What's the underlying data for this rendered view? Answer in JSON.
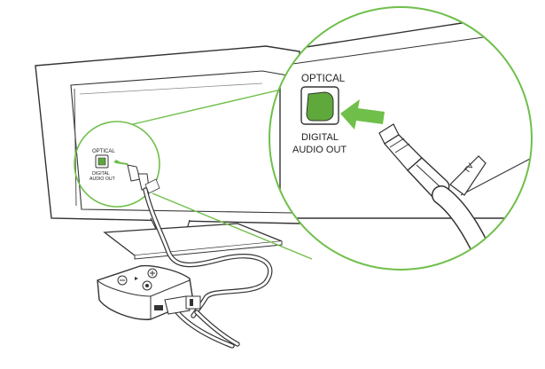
{
  "colors": {
    "accent_green": "#6fbf4a",
    "port_green": "#5fa83c",
    "line_dark": "#333333",
    "panel_light": "#f3f3f3",
    "background": "#ffffff"
  },
  "labels": {
    "tv_port_label_top": "OPTICAL",
    "tv_port_label_bottom_1": "DIGITAL",
    "tv_port_label_bottom_2": "AUDIO OUT",
    "zoom_port_label_top": "OPTICAL",
    "zoom_port_label_bottom_1": "DIGITAL",
    "zoom_port_label_bottom_2": "AUDIO OUT",
    "cable_tag": "TV",
    "small_cable_tag": "TV"
  },
  "icons": {
    "arrow": "green-insert-arrow",
    "plug": "toslink-plug-icon",
    "device": "audio-transmitter-icon"
  }
}
